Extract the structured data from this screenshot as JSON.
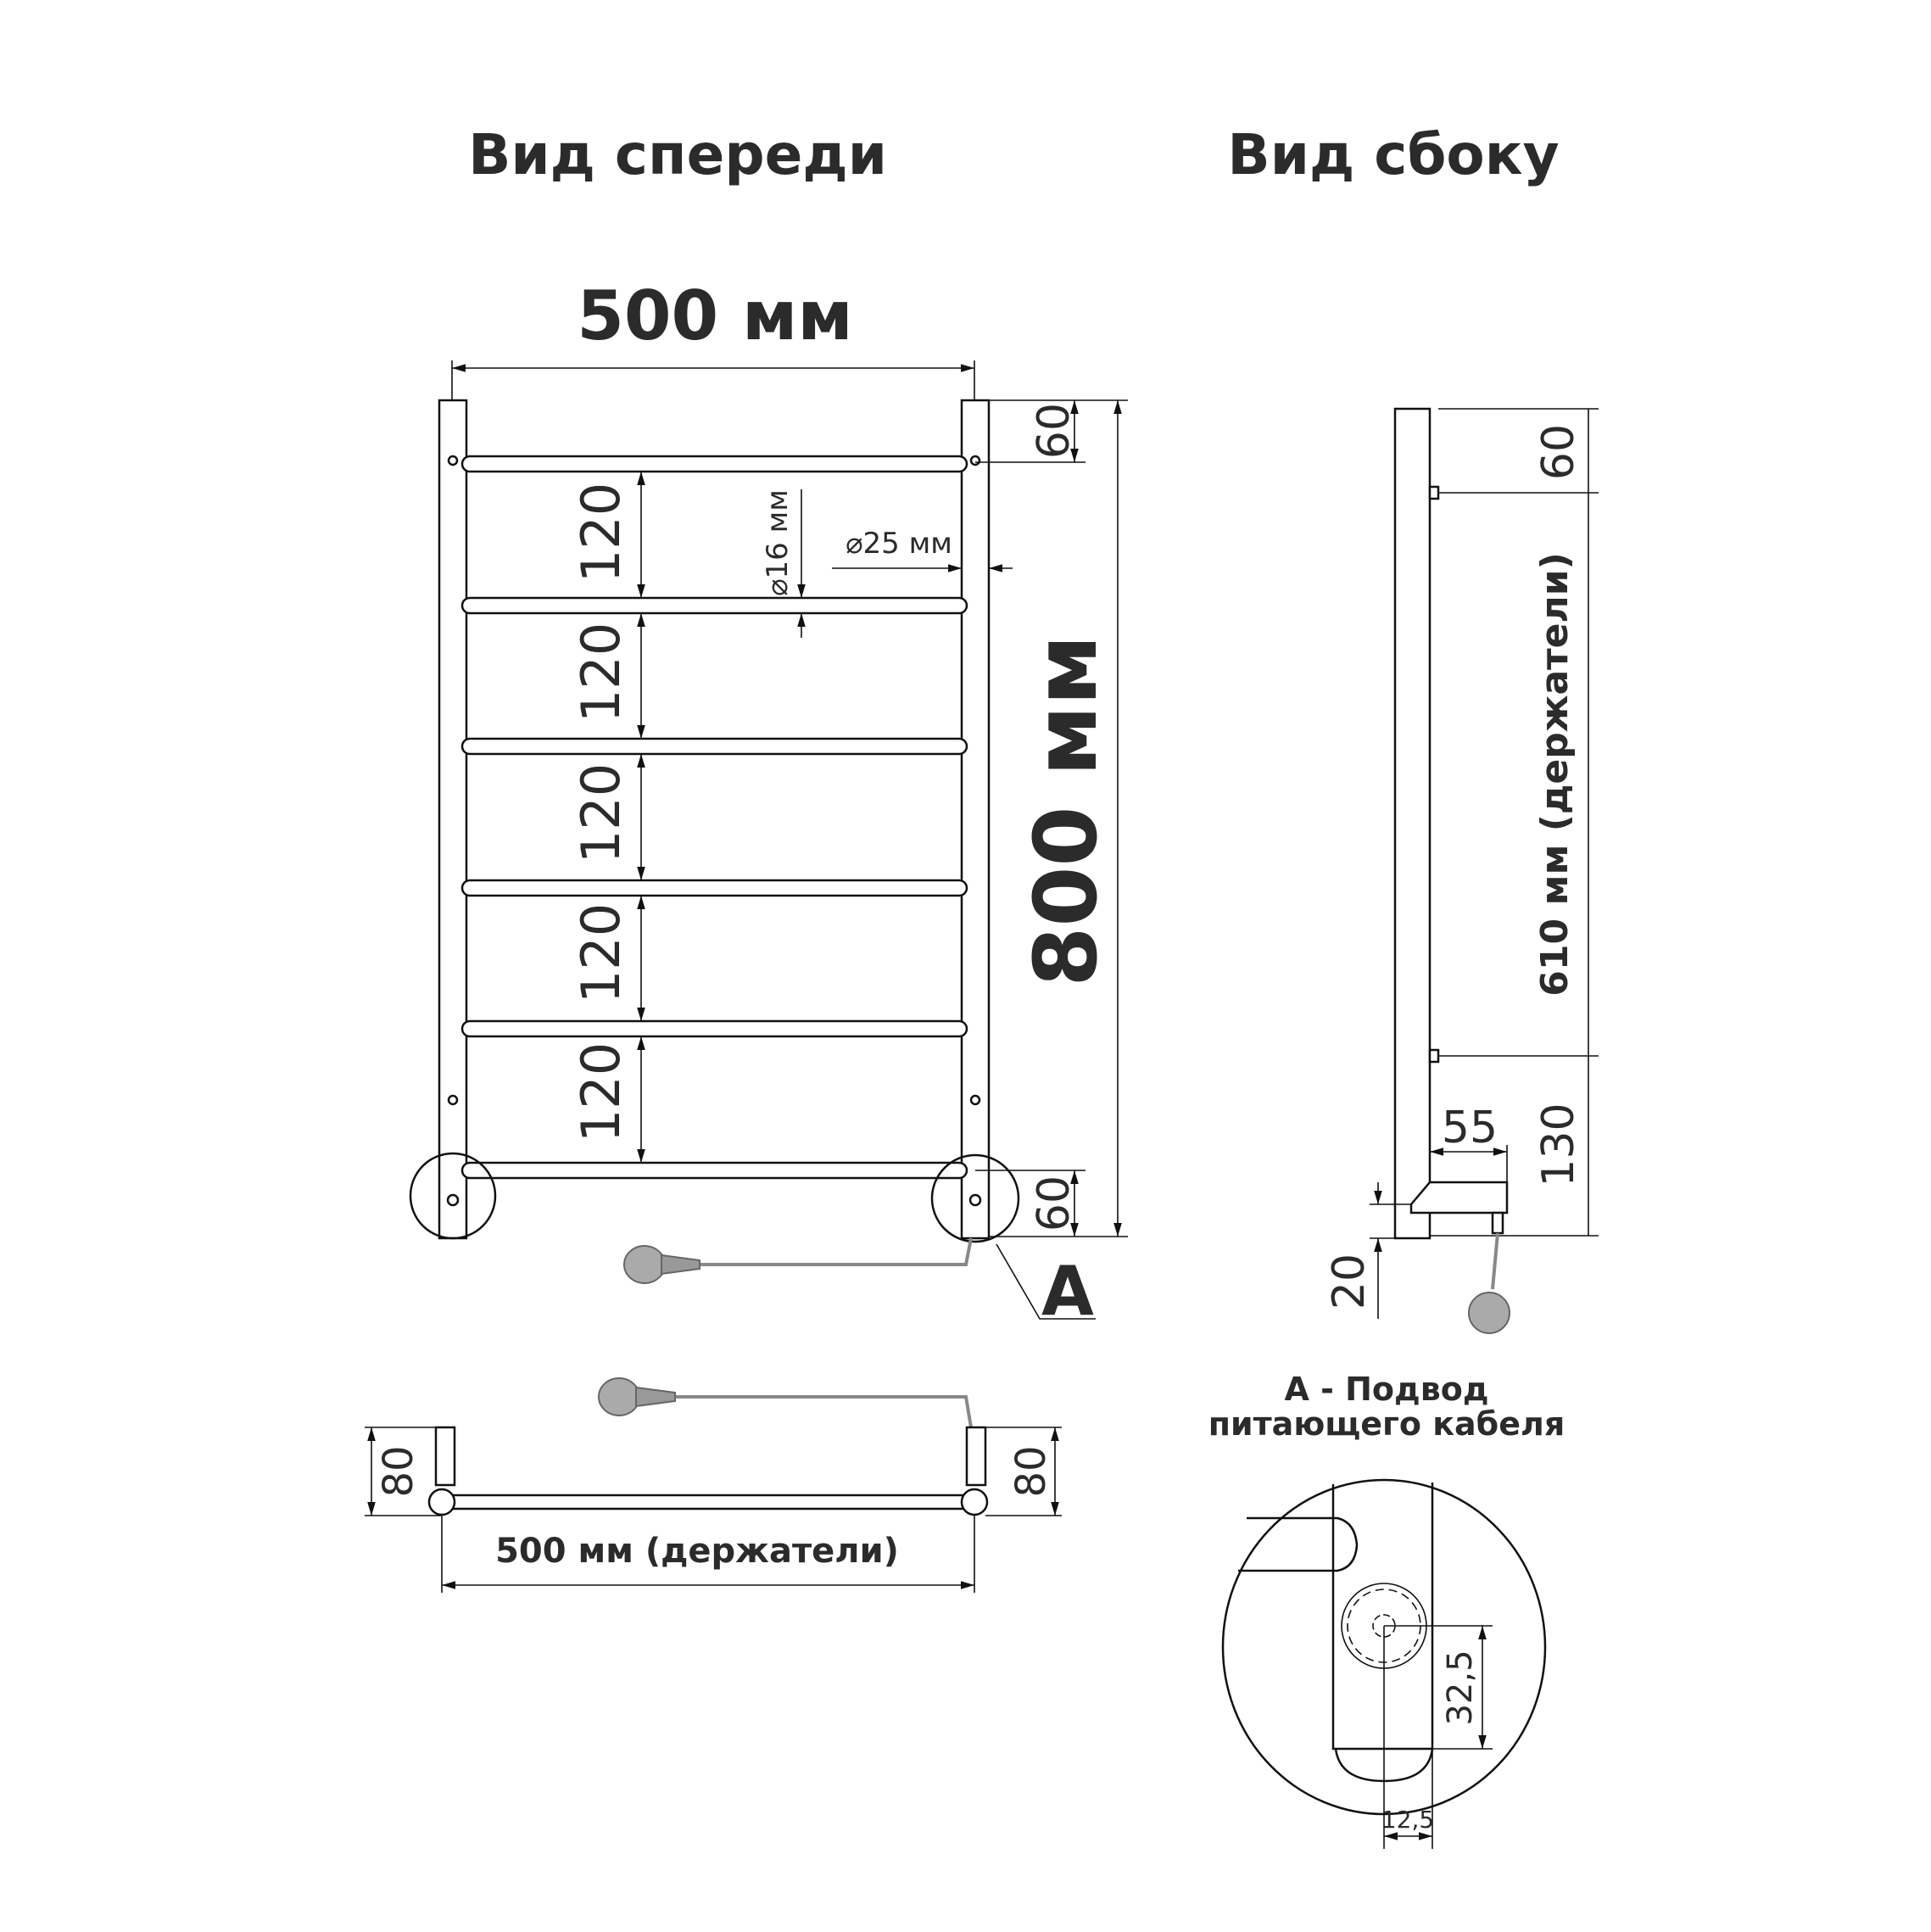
{
  "titles": {
    "front": "Вид спереди",
    "side": "Вид сбоку"
  },
  "front": {
    "width": "500 мм",
    "height": "800 мм",
    "top_offset": "60",
    "bottom_offset": "60",
    "spacings": [
      "120",
      "120",
      "120",
      "120",
      "120"
    ],
    "bar_diameter": "⌀16 мм",
    "rail_diameter": "⌀25 мм",
    "detail_marker": "A"
  },
  "top_view": {
    "left_depth": "80",
    "right_depth": "80",
    "holder_width": "500 мм (держатели)"
  },
  "side": {
    "top_offset": "60",
    "holder_spacing": "610 мм (держатели)",
    "bottom_offset": "130",
    "outlet_depth": "55",
    "outlet_height": "20"
  },
  "detail": {
    "title_line1": "A - Подвод",
    "title_line2": "питающего кабеля",
    "vertical": "32,5",
    "horizontal": "12,5"
  }
}
